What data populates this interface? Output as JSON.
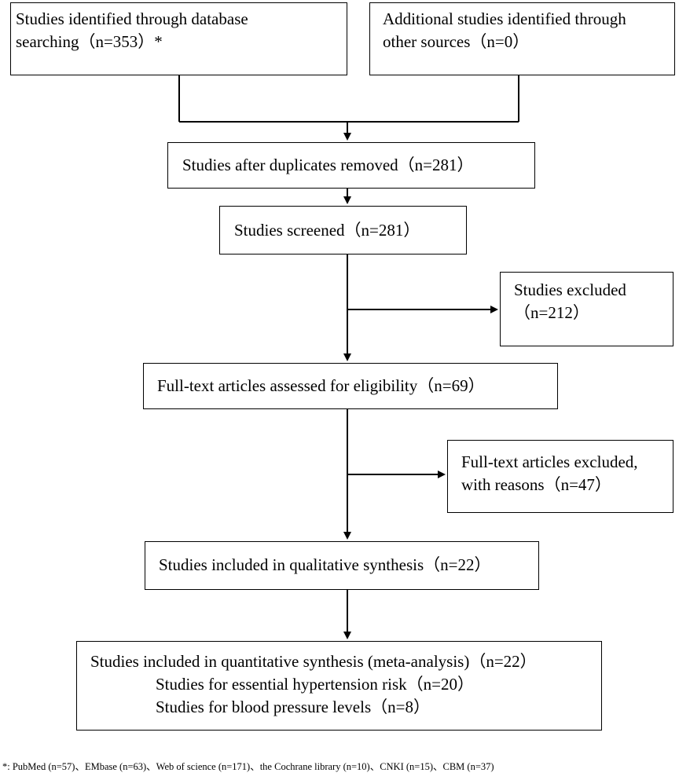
{
  "flow": {
    "identified_db": {
      "line1": "Studies identified through database",
      "line2": "searching（n=353）*"
    },
    "identified_other": {
      "line1": "Additional studies identified through",
      "line2": "other sources（n=0）"
    },
    "after_duplicates": "Studies after duplicates removed（n=281）",
    "screened": "Studies screened（n=281）",
    "excluded": {
      "line1": "Studies excluded",
      "line2": "（n=212）"
    },
    "fulltext_assessed": "Full-text articles assessed for eligibility（n=69）",
    "fulltext_excluded": {
      "line1": "Full-text articles excluded,",
      "line2": "with reasons（n=47）"
    },
    "qualitative": "Studies included in qualitative synthesis（n=22）",
    "quantitative": {
      "line1": "Studies included in quantitative synthesis (meta-analysis)（n=22）",
      "line2": "Studies for essential hypertension risk（n=20）",
      "line3": "Studies for blood pressure levels（n=8）"
    }
  },
  "footnote": "*: PubMed (n=57)、EMbase (n=63)、Web of science (n=171)、the Cochrane library (n=10)、CNKI (n=15)、CBM (n=37)"
}
